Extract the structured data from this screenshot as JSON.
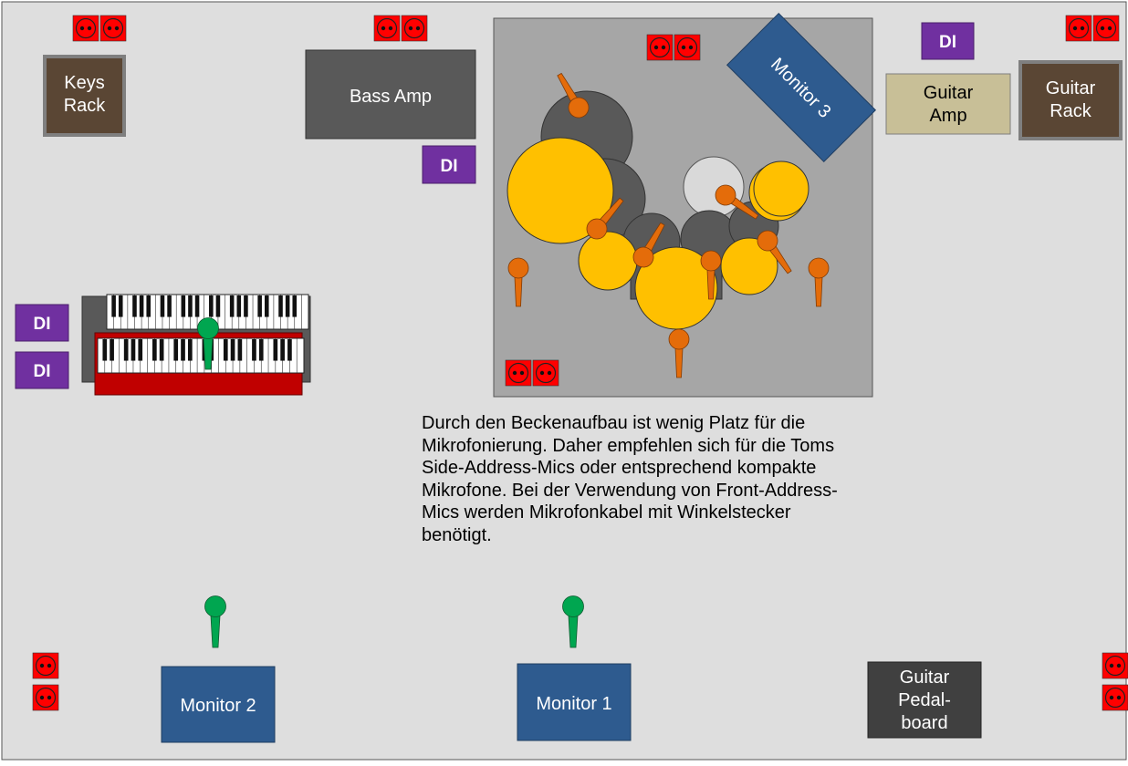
{
  "labels": {
    "keys_rack": [
      "Keys",
      "Rack"
    ],
    "bass_amp": "Bass Amp",
    "guitar_amp": [
      "Guitar",
      "Amp"
    ],
    "guitar_rack": [
      "Guitar",
      "Rack"
    ],
    "monitor_3": "Monitor 3",
    "monitor_2": "Monitor 2",
    "monitor_1": "Monitor 1",
    "guitar_pedalboard": [
      "Guitar",
      "Pedal-",
      "board"
    ],
    "di": "DI"
  },
  "note_lines": [
    "Durch den Beckenaufbau ist wenig Platz für die",
    "Mikrofonierung. Daher empfehlen sich für die Toms",
    "Side-Address-Mics oder entsprechend kompakte",
    "Mikrofone. Bei der Verwendung von Front-Address-",
    "Mics werden Mikrofonkabel mit Winkelstecker",
    "benötigt."
  ],
  "colors": {
    "stage": "#dedede",
    "drum_riser": "#a6a6a6",
    "cymbal": "#ffc000",
    "drum_shell": "#595959",
    "drum_mic": "#e46c0a",
    "vocal_mic": "#00a650",
    "monitor": "#2e5b8f",
    "rack": "#5a4634",
    "guitar_amp": "#c8bf97",
    "di_box": "#7030a0",
    "power_outlet": "#ff0000",
    "keyboard_red": "#c00000"
  }
}
